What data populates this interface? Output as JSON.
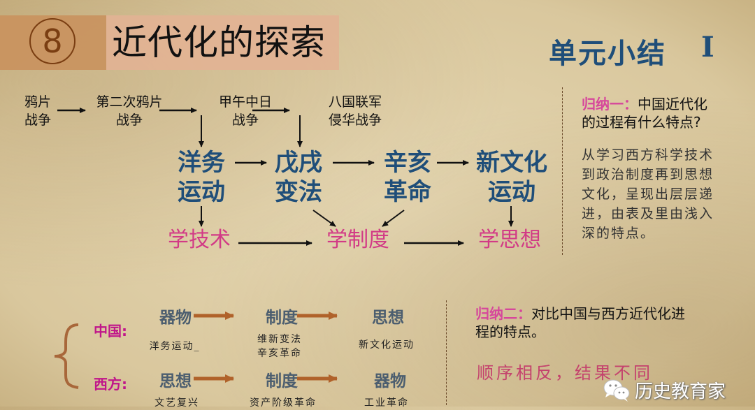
{
  "header": {
    "number": "8",
    "title": "近代化的探索",
    "unit_title": "单元小结",
    "unit_roman": "I"
  },
  "wars": [
    {
      "line1": "鸦片",
      "line2": "战争"
    },
    {
      "line1": "第二次鸦片",
      "line2": "战争"
    },
    {
      "line1": "甲午中日",
      "line2": "战争"
    },
    {
      "line1": "八国联军",
      "line2": "侵华战争"
    }
  ],
  "movements": [
    {
      "line1": "洋务",
      "line2": "运动"
    },
    {
      "line1": "戊戌",
      "line2": "变法"
    },
    {
      "line1": "辛亥",
      "line2": "革命"
    },
    {
      "line1": "新文化",
      "line2": "运动"
    }
  ],
  "learning": [
    "学技术",
    "学制度",
    "学思想"
  ],
  "summary_one": {
    "label": "归纳一：",
    "question": "中国近代化的过程有什么特点?",
    "question_line1": "中国近代化",
    "question_line2": "的过程有什么特点?",
    "answer_lines": [
      "从学习西方科学技术",
      "到政治制度再到思想",
      "文化，呈现出层层递",
      "进，由表及里由浅入",
      "深的特点。"
    ]
  },
  "comparison": {
    "china": {
      "label": "中国:",
      "stages": [
        "器物",
        "制度",
        "思想"
      ],
      "events": [
        "洋务运动_",
        "维新变法\n辛亥革命",
        "新文化运动"
      ],
      "event_lines": [
        [
          "洋务运动_"
        ],
        [
          "维新变法",
          "辛亥革命"
        ],
        [
          "新文化运动"
        ]
      ]
    },
    "west": {
      "label": "西方:",
      "stages": [
        "思想",
        "制度",
        "器物"
      ],
      "events": [
        "文艺复兴",
        "资产阶级革命",
        "工业革命"
      ]
    }
  },
  "summary_two": {
    "label": "归纳二：",
    "question_line1": "对比中国与西方近代化进",
    "question_line2": "程的特点。",
    "conclusion": "顺序相反，结果不同"
  },
  "watermark": {
    "icon": "wechat-icon",
    "text": "历史教育家"
  },
  "colors": {
    "title_blue": "#1f4e79",
    "pink": "#d23a86",
    "magenta": "#c0158a",
    "arrow_brown": "#b0622a",
    "slate": "#4c5e6f"
  }
}
